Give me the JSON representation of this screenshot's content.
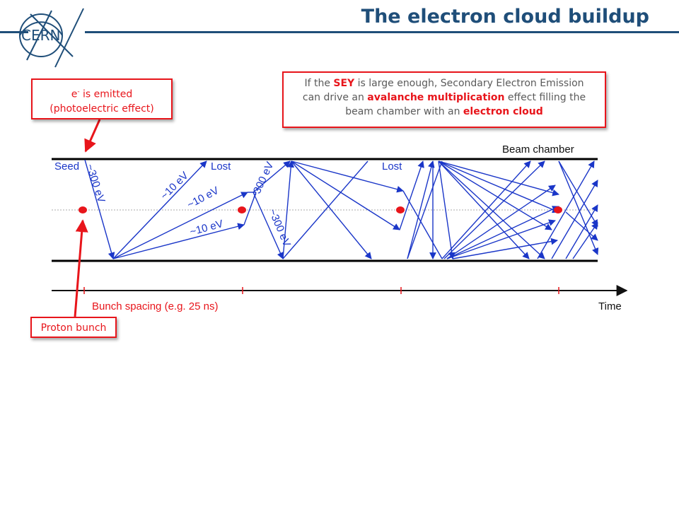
{
  "header": {
    "title": "The electron cloud buildup",
    "logo_text": "CERN"
  },
  "callouts": {
    "emit": {
      "prefix": "e",
      "superscript": "-",
      "line1_rest": " is emitted",
      "line2": "(photoelectric effect)"
    },
    "proton": {
      "text": "Proton bunch"
    },
    "sey": {
      "t1": "If the ",
      "t2": "SEY",
      "t3": " is large enough, Secondary Electron Emission",
      "t4": "can drive an ",
      "t5": "avalanche multiplication",
      "t6": " effect filling the",
      "t7": "beam chamber with an ",
      "t8": "electron cloud"
    }
  },
  "diagram": {
    "beam_chamber_label": "Beam chamber",
    "seed_label": "Seed",
    "lost_label_1": "Lost",
    "lost_label_2": "Lost",
    "energy_300_a": "~300 eV",
    "energy_300_b": "~300 eV",
    "energy_300_c": "~300 eV",
    "energy_10_a": "~10 eV",
    "energy_10_b": "~10 eV",
    "energy_10_c": "~10 eV",
    "bunch_spacing_label": "Bunch spacing (e.g. 25 ns)",
    "time_label": "Time",
    "colors": {
      "electron_path": "#1a36c8",
      "proton": "#e8151b",
      "wall": "#000000"
    }
  }
}
